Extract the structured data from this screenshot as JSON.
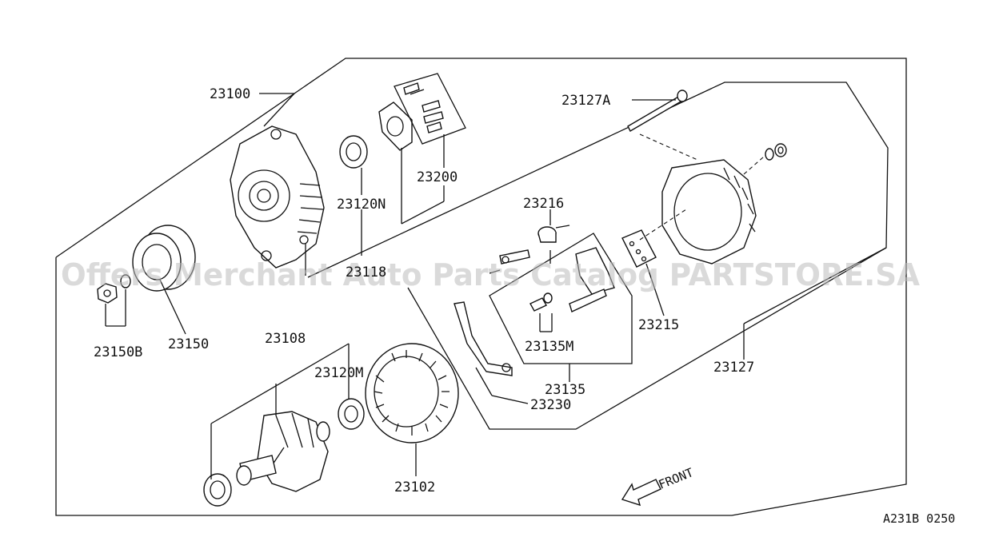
{
  "diagram": {
    "code": "A231B 0250",
    "watermark": "Offers Merchant Auto Parts Catalog PARTSTORE.SA",
    "direction_label": "FRONT",
    "part_labels": {
      "p23100": "23100",
      "p23200": "23200",
      "p23120N": "23120N",
      "p23118": "23118",
      "p23150": "23150",
      "p23150B": "23150B",
      "p23108": "23108",
      "p23120M": "23120M",
      "p23102": "23102",
      "p23127A": "23127A",
      "p23216": "23216",
      "p23215": "23215",
      "p23135M": "23135M",
      "p23135": "23135",
      "p23230": "23230",
      "p23127": "23127"
    }
  }
}
